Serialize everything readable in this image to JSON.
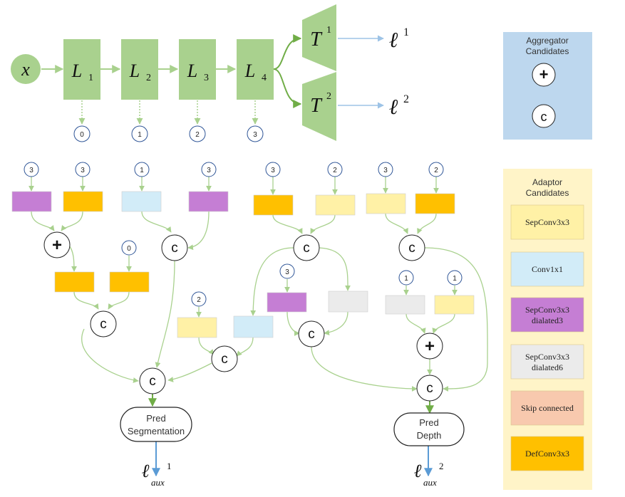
{
  "backbone": {
    "input": "x",
    "layers": [
      {
        "sym": "L",
        "sub": "1",
        "tap": "0"
      },
      {
        "sym": "L",
        "sub": "2",
        "tap": "1"
      },
      {
        "sym": "L",
        "sub": "3",
        "tap": "2"
      },
      {
        "sym": "L",
        "sub": "4",
        "tap": "3"
      }
    ],
    "heads": [
      {
        "sym": "T",
        "sup": "1",
        "loss": "ℓ",
        "loss_sup": "1"
      },
      {
        "sym": "T",
        "sup": "2",
        "loss": "ℓ",
        "loss_sup": "2"
      }
    ]
  },
  "aggregator_panel": {
    "title_line1": "Aggregator",
    "title_line2": "Candidates",
    "items": [
      "+",
      "c"
    ]
  },
  "adaptor_panel": {
    "title_line1": "Adaptor",
    "title_line2": "Candidates",
    "items": [
      {
        "line1": "SepConv3x3",
        "line2": "",
        "color": "#FFF1A6"
      },
      {
        "line1": "Conv1x1",
        "line2": "",
        "color": "#D2ECF8"
      },
      {
        "line1": "SepConv3x3",
        "line2": "dialated3",
        "color": "#C57ED4"
      },
      {
        "line1": "SepConv3x3",
        "line2": "dialated6",
        "color": "#EBEBEB"
      },
      {
        "line1": "Skip connected",
        "line2": "",
        "color": "#F8C9AE"
      },
      {
        "line1": "DefConv3x3",
        "line2": "",
        "color": "#FFC000"
      }
    ]
  },
  "colors": {
    "backbone_green": "#A9D18E",
    "edge_green": "#A9D18E",
    "edge_green_dark": "#70AD47",
    "loss_arrow_blue": "#9DC3E6",
    "aux_arrow_blue": "#5B9BD5",
    "aggregator_bg": "#BDD7EE",
    "adaptor_bg": "#FFF4C8",
    "purple": "#C57ED4",
    "orange": "#FFC000",
    "lightblue": "#D2ECF8",
    "yellow": "#FFF1A6",
    "grey": "#EBEBEB"
  },
  "searched_graph": {
    "agg_sum": "+",
    "agg_concat": "c",
    "input_ids": [
      "3",
      "3",
      "1",
      "3",
      "3",
      "2",
      "3",
      "2",
      "0",
      "3",
      "2",
      "1",
      "1"
    ],
    "pred_seg_line1": "Pred",
    "pred_seg_line2": "Segmentation",
    "pred_depth_line1": "Pred",
    "pred_depth_line2": "Depth",
    "aux_loss": "ℓ",
    "aux_sub": "aux",
    "aux_sup_1": "1",
    "aux_sup_2": "2"
  }
}
